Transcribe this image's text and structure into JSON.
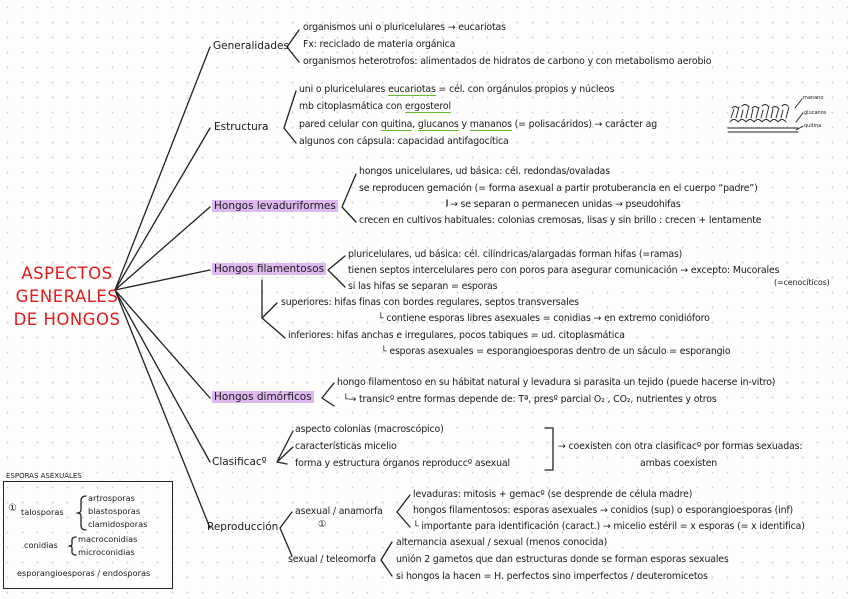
{
  "title": {
    "line1": "ASPECTOS",
    "line2": "GENERALES",
    "line3": "DE HONGOS"
  },
  "generalidades": {
    "label": "Generalidades",
    "items": [
      "organismos uni o pluricelulares → eucariotas",
      "Fx: reciclado de materia orgánica",
      "organismos heterotrofos: alimentados de hidratos de carbono y con metabolismo aerobio"
    ]
  },
  "estructura": {
    "label": "Estructura",
    "item1_pre": "uni o pluricelulares ",
    "item1_ul": "eucariotas",
    "item1_post": " = cél. con orgánulos propios y núcleos",
    "item2_pre": "mb citoplasmática con ",
    "item2_ul": "ergosterol",
    "item3_pre": "pared celular con ",
    "item3_ul1": "quitina",
    "item3_mid1": ", ",
    "item3_ul2": "glucanos",
    "item3_mid2": " y ",
    "item3_ul3": "mananos",
    "item3_post": " (= polisacáridos) → carácter ag",
    "item4": "algunos con cápsula: capacidad antifagocítica",
    "fig_labels": [
      "manano",
      "glucanos",
      "quitina"
    ]
  },
  "levaduriformes": {
    "label": "Hongos levaduriformes",
    "items": [
      "hongos unicelulares, ud básica: cél. redondas/ovaladas",
      "se reproducen gemación (= forma asexual a partir protuberancia en el cuerpo “padre”)",
      "→ se separan o permanecen unidas → pseudohifas",
      "crecen en cultivos habituales: colonias cremosas, lisas y sin brillo : crecen + lentamente"
    ]
  },
  "filamentosos": {
    "label": "Hongos filamentosos",
    "items": [
      "pluricelulares, ud básica: cél. cilíndricas/alargadas forman hifas (=ramas)",
      "tienen septos intercelulares pero con poros para asegurar comunicación → excepto: Mucorales",
      "(=cenocíticos)",
      "si las hifas se separan = esporas"
    ],
    "superiores": "superiores: hifas finas con bordes regulares, septos transversales",
    "superiores_sub": "└ contiene esporas libres asexuales = conidias → en extremo conidióforo",
    "inferiores": "inferiores: hifas anchas e irregulares, pocos tabiques = ud. citoplasmática",
    "inferiores_sub": "└ esporas asexuales = esporangioesporas dentro de un sáculo = esporangio"
  },
  "dimorficos": {
    "label": "Hongos dimórficos",
    "items": [
      "hongo filamentoso en su hábitat natural y levadura si parasita un tejido (puede hacerse in-vitro)",
      "└→ transicº entre formas depende de: Tª, presº parcial O₂ , CO₂, nutrientes y otros"
    ]
  },
  "clasificacion": {
    "label": "Clasificacº",
    "items": [
      "aspecto colonias (macroscópico)",
      "características micelio",
      "forma y estructura órganos reproduccº asexual"
    ],
    "note1": "→ coexisten con otra clasificacº por formas sexuadas:",
    "note2": "ambas coexisten"
  },
  "reproduccion": {
    "label": "Reproducción",
    "asexual": "asexual / anamorfa",
    "asexual_mark": "①",
    "asexual_items": [
      "levaduras: mitosis + gemacº (se desprende de célula madre)",
      "hongos filamentosos: esporas asexuales → conidios (sup) o esporangioesporas (inf)",
      "└ importante para identificación (caract.) → micelio estéril = x esporas (= x identifica)"
    ],
    "sexual": "sexual / teleomorfa",
    "sexual_items": [
      "alternancia asexual / sexual (menos conocida)",
      "unión 2 gametos que dan estructuras donde se forman esporas sexuales",
      "si hongos la hacen = H. perfectos sino imperfectos / deuteromicetos"
    ]
  },
  "esporas_box": {
    "title": "ESPORAS ASEXUALES",
    "mark": "①",
    "talosporas": "talosporas",
    "talosporas_items": [
      "artrosporas",
      "blastosporas",
      "clamidosporas"
    ],
    "conidias": "conidias",
    "conidias_items": [
      "macroconidias",
      "microconidias"
    ],
    "esporangio": "esporangioesporas / endosporas"
  },
  "colors": {
    "title": "#e31b1b",
    "highlight": "#dcb8ee",
    "underline": "#6ab82e"
  }
}
